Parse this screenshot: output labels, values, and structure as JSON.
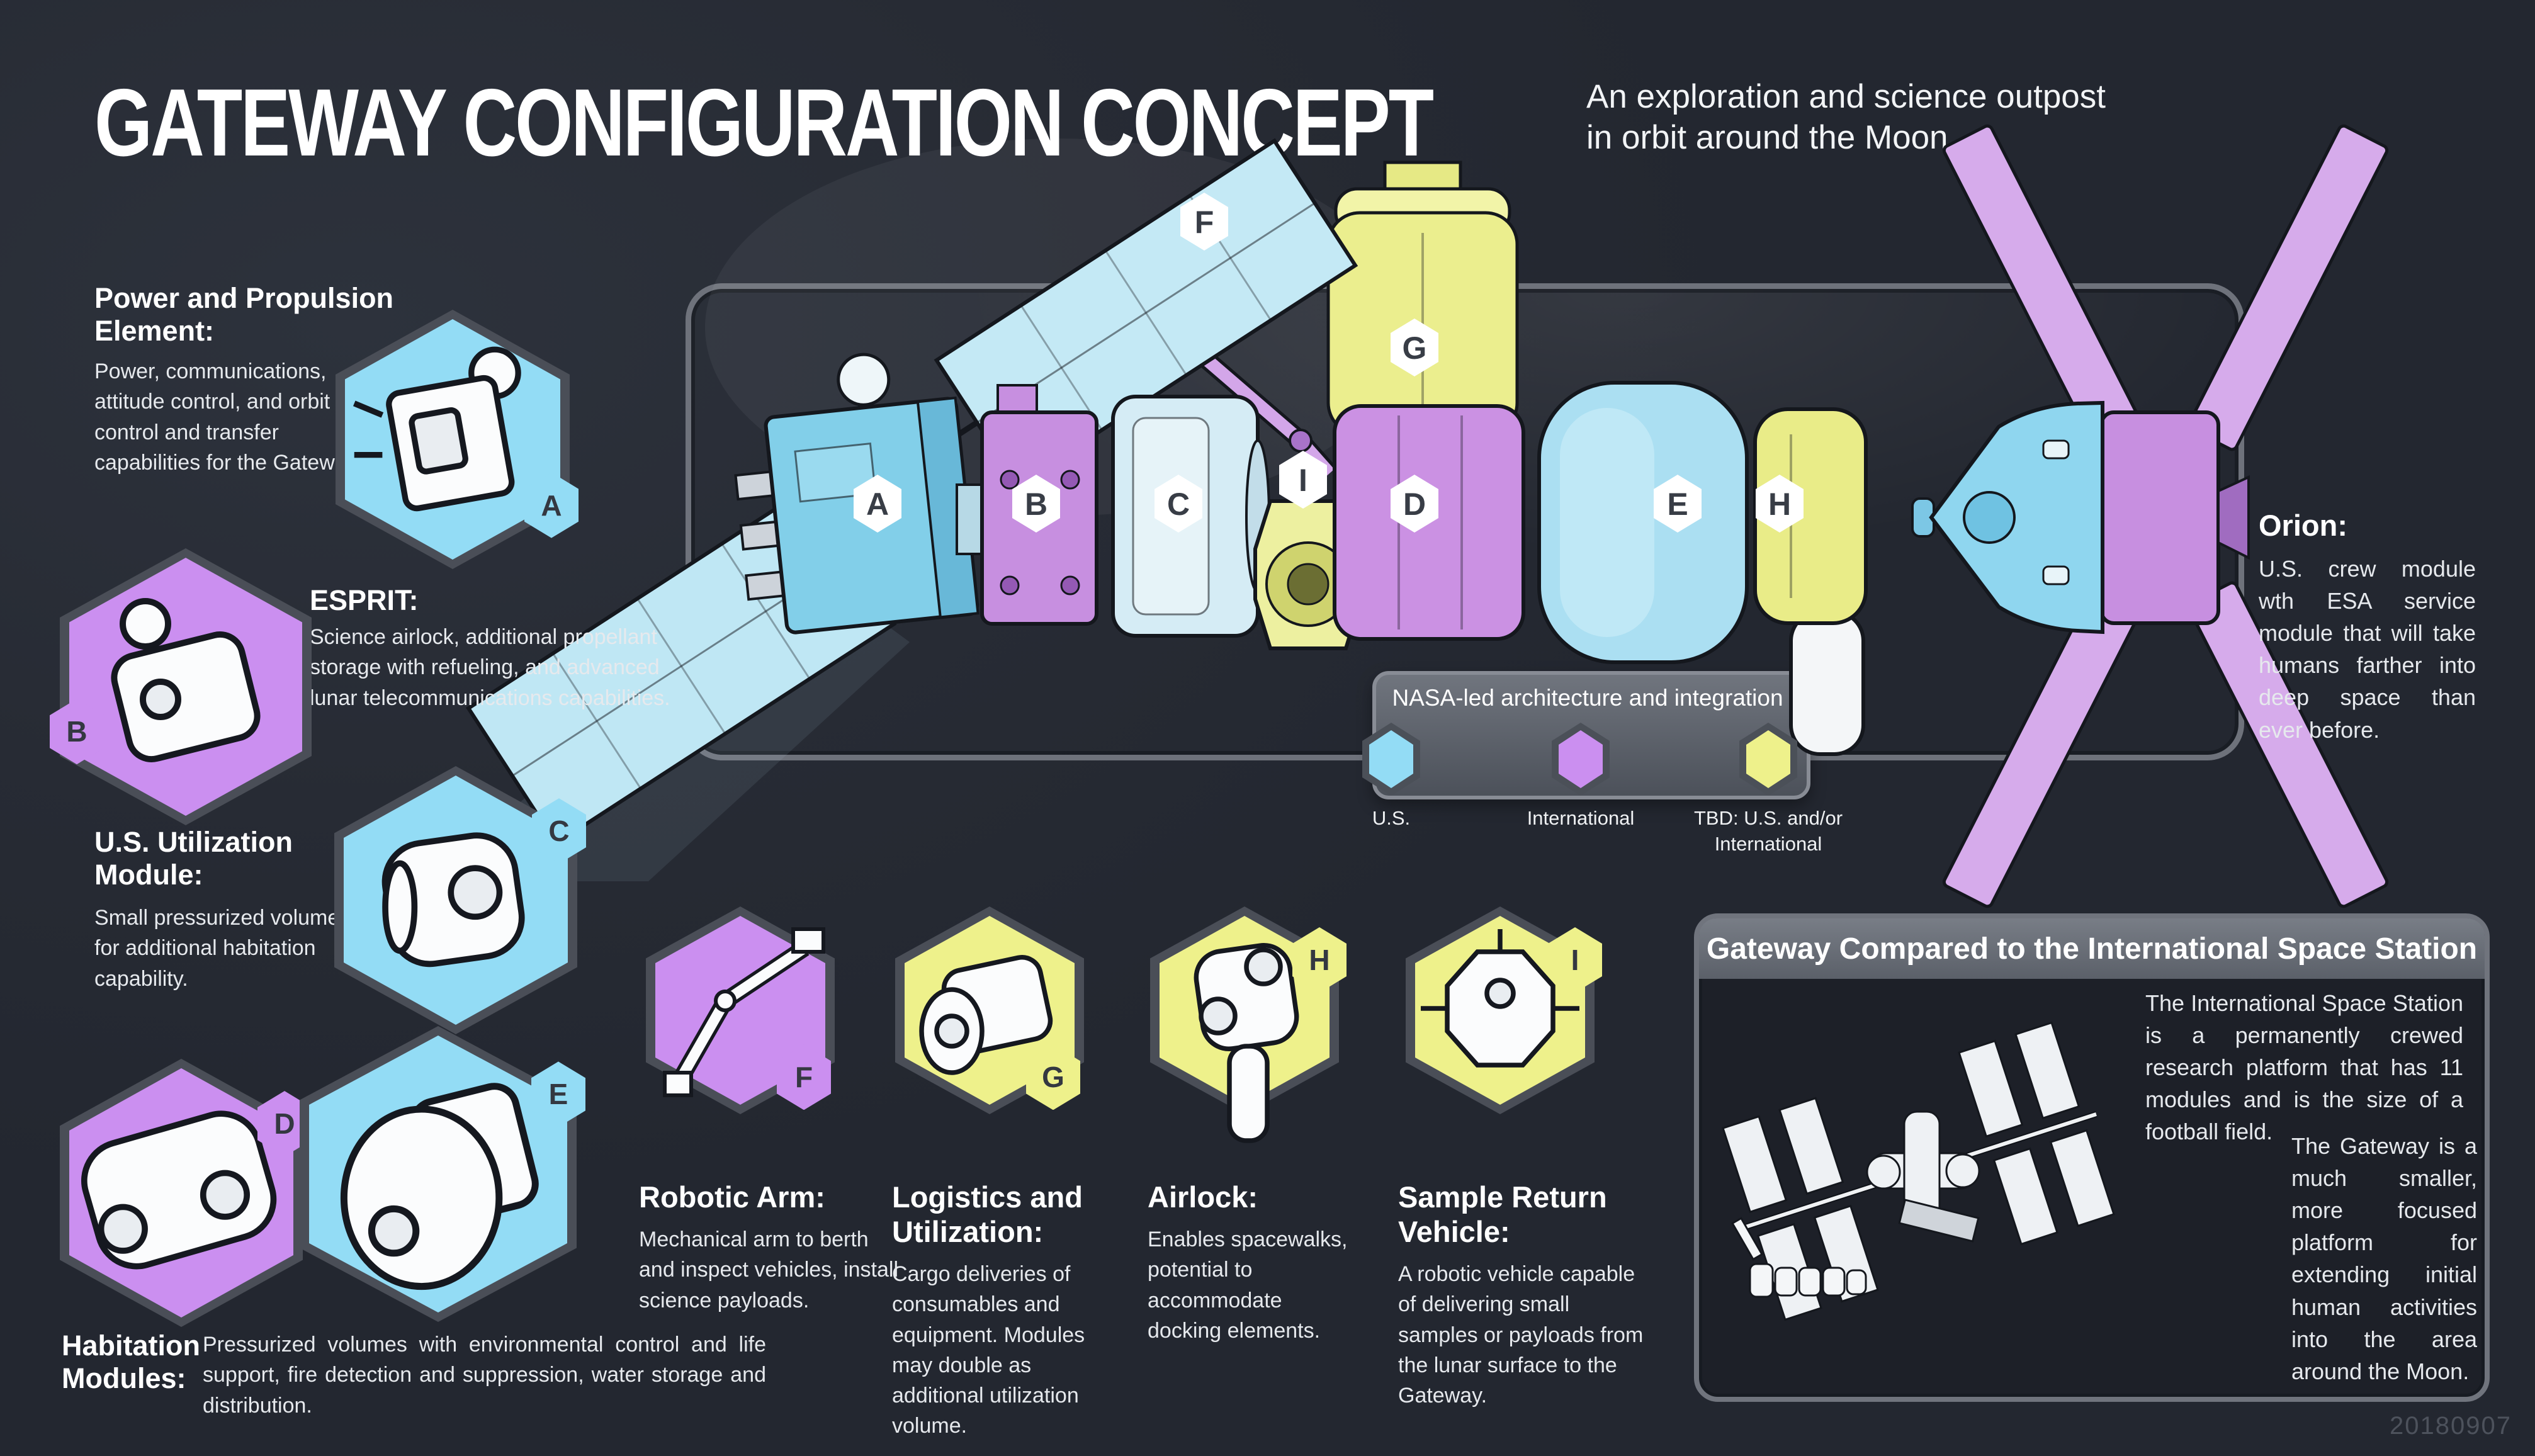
{
  "header": {
    "title": "GATEWAY CONFIGURATION CONCEPT",
    "subtitle_line1": "An exploration and science outpost",
    "subtitle_line2": "in orbit around the Moon"
  },
  "modules": {
    "ppe": {
      "letter": "A",
      "heading": "Power and Propulsion Element:",
      "body": "Power, communications, attitude control, and orbit control and transfer capabilities for the Gateway."
    },
    "esprit": {
      "letter": "B",
      "heading": "ESPRIT:",
      "body": "Science airlock, additional propellant storage with refueling, and advanced lunar telecommunications capabilities."
    },
    "us_utilization": {
      "letter": "C",
      "heading": "U.S. Utilization Module:",
      "body": "Small pressurized volume for additional habitation capability."
    },
    "habitation": {
      "letter_d": "D",
      "letter_e": "E",
      "heading": "Habitation Modules:",
      "body": "Pressurized volumes with environmental control and life support, fire detection and suppression, water storage and distribution."
    }
  },
  "bottom": {
    "robotic_arm": {
      "letter": "F",
      "heading": "Robotic Arm:",
      "body": "Mechanical arm to berth and inspect vehicles, install science payloads."
    },
    "logistics": {
      "letter": "G",
      "heading": "Logistics and Utilization:",
      "body": "Cargo deliveries of consumables and equipment. Modules may double as additional utilization volume."
    },
    "airlock": {
      "letter": "H",
      "heading": "Airlock:",
      "body": "Enables spacewalks, potential to accommodate docking elements."
    },
    "sample_return": {
      "letter": "I",
      "heading": "Sample Return Vehicle:",
      "body": "A robotic vehicle capable of delivering small samples or payloads from the lunar surface to the Gateway."
    }
  },
  "orion": {
    "heading": "Orion:",
    "body": "U.S. crew module wth ESA service module that will take humans farther into deep space than ever before."
  },
  "legend": {
    "title": "NASA-led architecture and integration",
    "items": [
      {
        "label": "U.S.",
        "color": "#93dcf5"
      },
      {
        "label": "International",
        "color": "#cb8ff0"
      },
      {
        "label": "TBD: U.S. and/or International",
        "color": "#eef18b"
      }
    ]
  },
  "comparison": {
    "title": "Gateway Compared to the International Space Station",
    "iss_text": "The International Space Station is a permanently crewed research platform that has 11 modules and is the size of a football field.",
    "gateway_text": "The Gateway is a much smaller, more focused platform for extending initial human activities into the area around the Moon."
  },
  "watermark": "20180907",
  "colors": {
    "background": "#272b34",
    "panel_border": "#6e727b",
    "us_blue": "#93dcf5",
    "international_purple": "#cb8ff0",
    "tbd_yellow": "#eef18b",
    "badge_letter": "#383d46"
  }
}
